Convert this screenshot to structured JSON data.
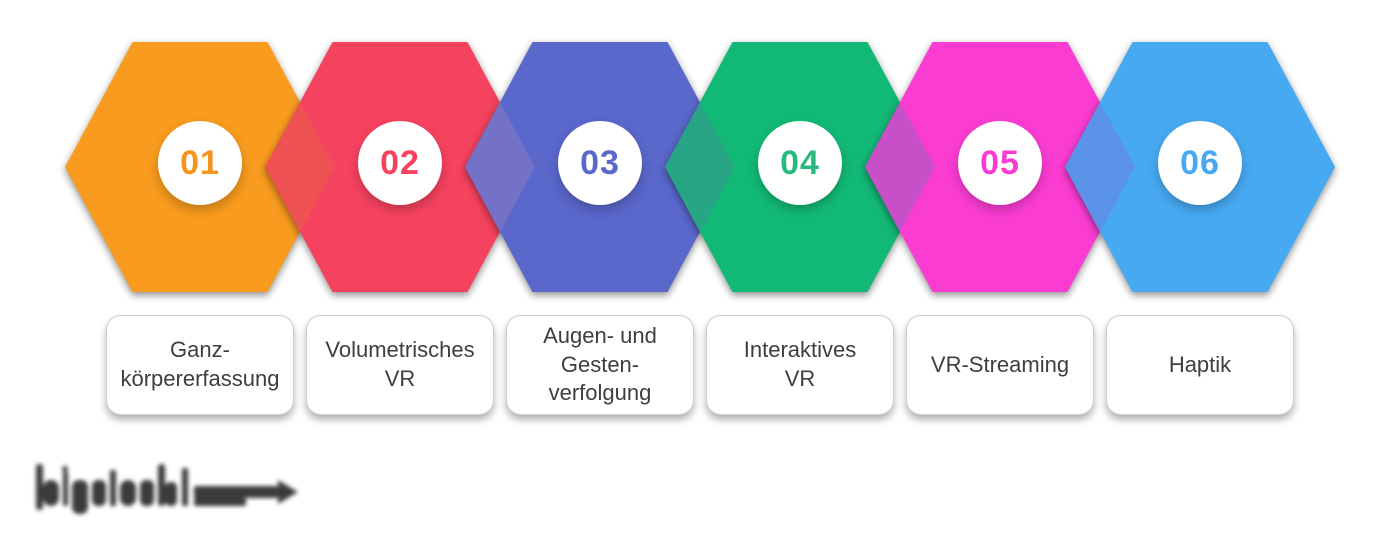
{
  "canvas": {
    "background": "#ffffff"
  },
  "steps": [
    {
      "number": "01",
      "hex_color": "#F89B1E",
      "number_color": "#F7941E",
      "label": "Ganz-\nkörpererfassung"
    },
    {
      "number": "02",
      "hex_color": "#F5425F",
      "number_color": "#F5425F",
      "label": "Volumetrisches\nVR"
    },
    {
      "number": "03",
      "hex_color": "#5A67CB",
      "number_color": "#5A67CB",
      "label": "Augen- und\nGesten-\nverfolgung"
    },
    {
      "number": "04",
      "hex_color": "#12B876",
      "number_color": "#27BA7E",
      "label": "Interaktives\nVR"
    },
    {
      "number": "05",
      "hex_color": "#FA3CD2",
      "number_color": "#FA3CD2",
      "label": "VR-Streaming"
    },
    {
      "number": "06",
      "hex_color": "#47A9F2",
      "number_color": "#47A9F2",
      "label": "Haptik"
    }
  ],
  "connectors": [
    {
      "color": "#EF5253"
    },
    {
      "color": "#7472C6"
    },
    {
      "color": "#28A584"
    },
    {
      "color": "#C750C8"
    },
    {
      "color": "#5B93E9"
    }
  ],
  "label_text_color": "#3E3E3E",
  "watermark": {
    "color": "#2B2B2B"
  }
}
